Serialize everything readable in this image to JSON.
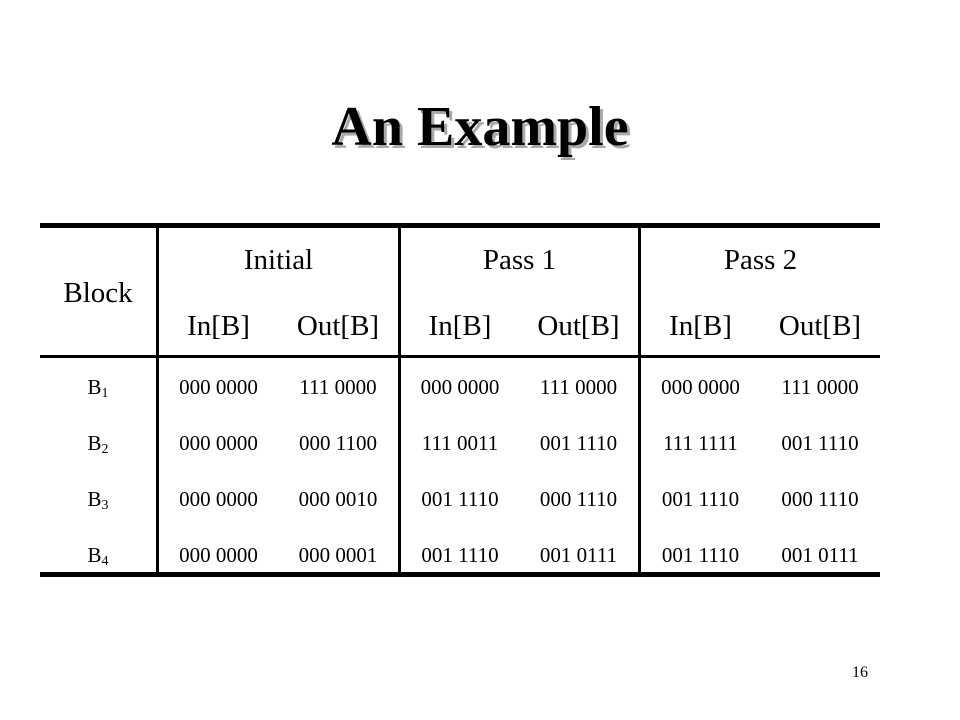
{
  "slide": {
    "title": "An Example",
    "page_number": "16"
  },
  "table": {
    "block_header": "Block",
    "groups": [
      "Initial",
      "Pass 1",
      "Pass 2"
    ],
    "subheaders": [
      "In[B]",
      "Out[B]",
      "In[B]",
      "Out[B]",
      "In[B]",
      "Out[B]"
    ],
    "rows": [
      {
        "block": "B",
        "sub": "1",
        "values": [
          "000 0000",
          "111 0000",
          "000 0000",
          "111 0000",
          "000 0000",
          "111 0000"
        ]
      },
      {
        "block": "B",
        "sub": "2",
        "values": [
          "000 0000",
          "000 1100",
          "111 0011",
          "001 1110",
          "111 1111",
          "001 1110"
        ]
      },
      {
        "block": "B",
        "sub": "3",
        "values": [
          "000 0000",
          "000 0010",
          "001 1110",
          "000 1110",
          "001 1110",
          "000 1110"
        ]
      },
      {
        "block": "B",
        "sub": "4",
        "values": [
          "000 0000",
          "000 0001",
          "001 1110",
          "001 0111",
          "001 1110",
          "001 0111"
        ]
      }
    ]
  }
}
